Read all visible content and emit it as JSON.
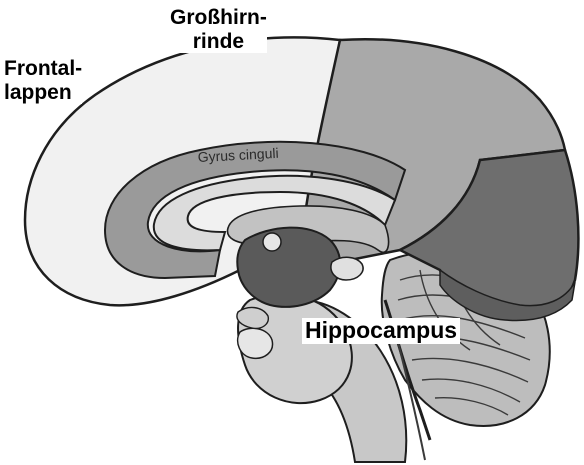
{
  "labels": {
    "grosshirnrinde": {
      "line1": "Großhirn-",
      "line2": "rinde"
    },
    "frontallappen": {
      "line1": "Frontal-",
      "line2": "lappen"
    },
    "gyrus_cinguli": "Gyrus cinguli",
    "hippocampus": "Hippocampus"
  },
  "colors": {
    "cortex_light": "#f1f1f1",
    "parietal": "#a9a9a9",
    "occipital": "#6e6e6e",
    "cingulate": "#9a9a9a",
    "callosum": "#dcdcdc",
    "thalamus": "#5a5a5a",
    "brainstem": "#c8c8c8",
    "cerebellum": "#bdbdbd",
    "outline": "#1e1e1e"
  }
}
